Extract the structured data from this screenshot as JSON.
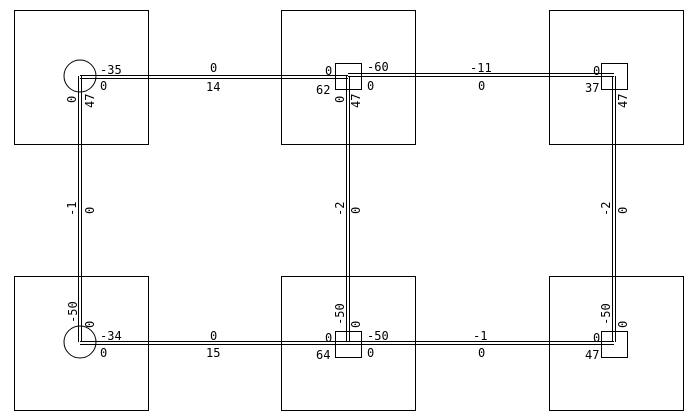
{
  "diagram": {
    "line_color": "#000000",
    "background": "#ffffff",
    "nodes": [
      {
        "id": "node-top-left",
        "support": "circle",
        "labels": [
          "-35",
          "0",
          "0",
          "47"
        ]
      },
      {
        "id": "node-top-mid",
        "support": "square",
        "labels": [
          "0",
          "62",
          "-60",
          "0",
          "0",
          "47"
        ]
      },
      {
        "id": "node-top-right",
        "support": "square",
        "labels": [
          "0",
          "37",
          "47"
        ]
      },
      {
        "id": "node-bottom-left",
        "support": "circle",
        "labels": [
          "-50",
          "0",
          "-34",
          "0"
        ]
      },
      {
        "id": "node-bottom-mid",
        "support": "square",
        "labels": [
          "-50",
          "0",
          "0",
          "64",
          "-50",
          "0"
        ]
      },
      {
        "id": "node-bottom-right",
        "support": "square",
        "labels": [
          "-50",
          "0",
          "0",
          "47"
        ]
      }
    ],
    "members": [
      {
        "id": "beam-top-left",
        "labels": [
          "0",
          "14"
        ]
      },
      {
        "id": "beam-top-right",
        "labels": [
          "-11",
          "0"
        ]
      },
      {
        "id": "beam-bottom-left",
        "labels": [
          "0",
          "15"
        ]
      },
      {
        "id": "beam-bottom-right",
        "labels": [
          "-1",
          "0"
        ]
      },
      {
        "id": "column-left",
        "labels": [
          "-1",
          "0"
        ]
      },
      {
        "id": "column-mid",
        "labels": [
          "-2",
          "0"
        ]
      },
      {
        "id": "column-right",
        "labels": [
          "-2",
          "0"
        ]
      }
    ]
  }
}
